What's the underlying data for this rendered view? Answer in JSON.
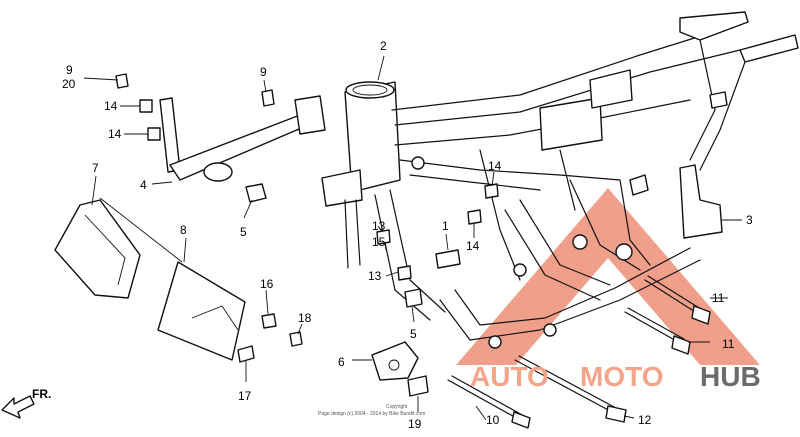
{
  "callouts": {
    "c9a": "9",
    "c20": "20",
    "c14a": "14",
    "c14b": "14",
    "c4": "4",
    "c9b": "9",
    "c5a": "5",
    "c7": "7",
    "c8": "8",
    "c16": "16",
    "c18": "18",
    "c17": "17",
    "c2": "2",
    "c14c": "14",
    "c13a": "13",
    "c15": "15",
    "c13b": "13",
    "c1": "1",
    "c14d": "14",
    "c5b": "5",
    "c6": "6",
    "c19": "19",
    "c10": "10",
    "c12": "12",
    "c3": "3",
    "c11a": "11",
    "c11b": "11"
  },
  "direction": {
    "label": "FR."
  },
  "watermark": {
    "part1": "AUTO",
    "part2": "MOTO",
    "part3": "HUB",
    "color_primary": "#f2a589",
    "color_secondary": "#6b6b6b"
  },
  "copyright": {
    "line1": "Copyright",
    "line2": "Page design (c) 2004 - 2014 by Bike Bandit.com"
  }
}
